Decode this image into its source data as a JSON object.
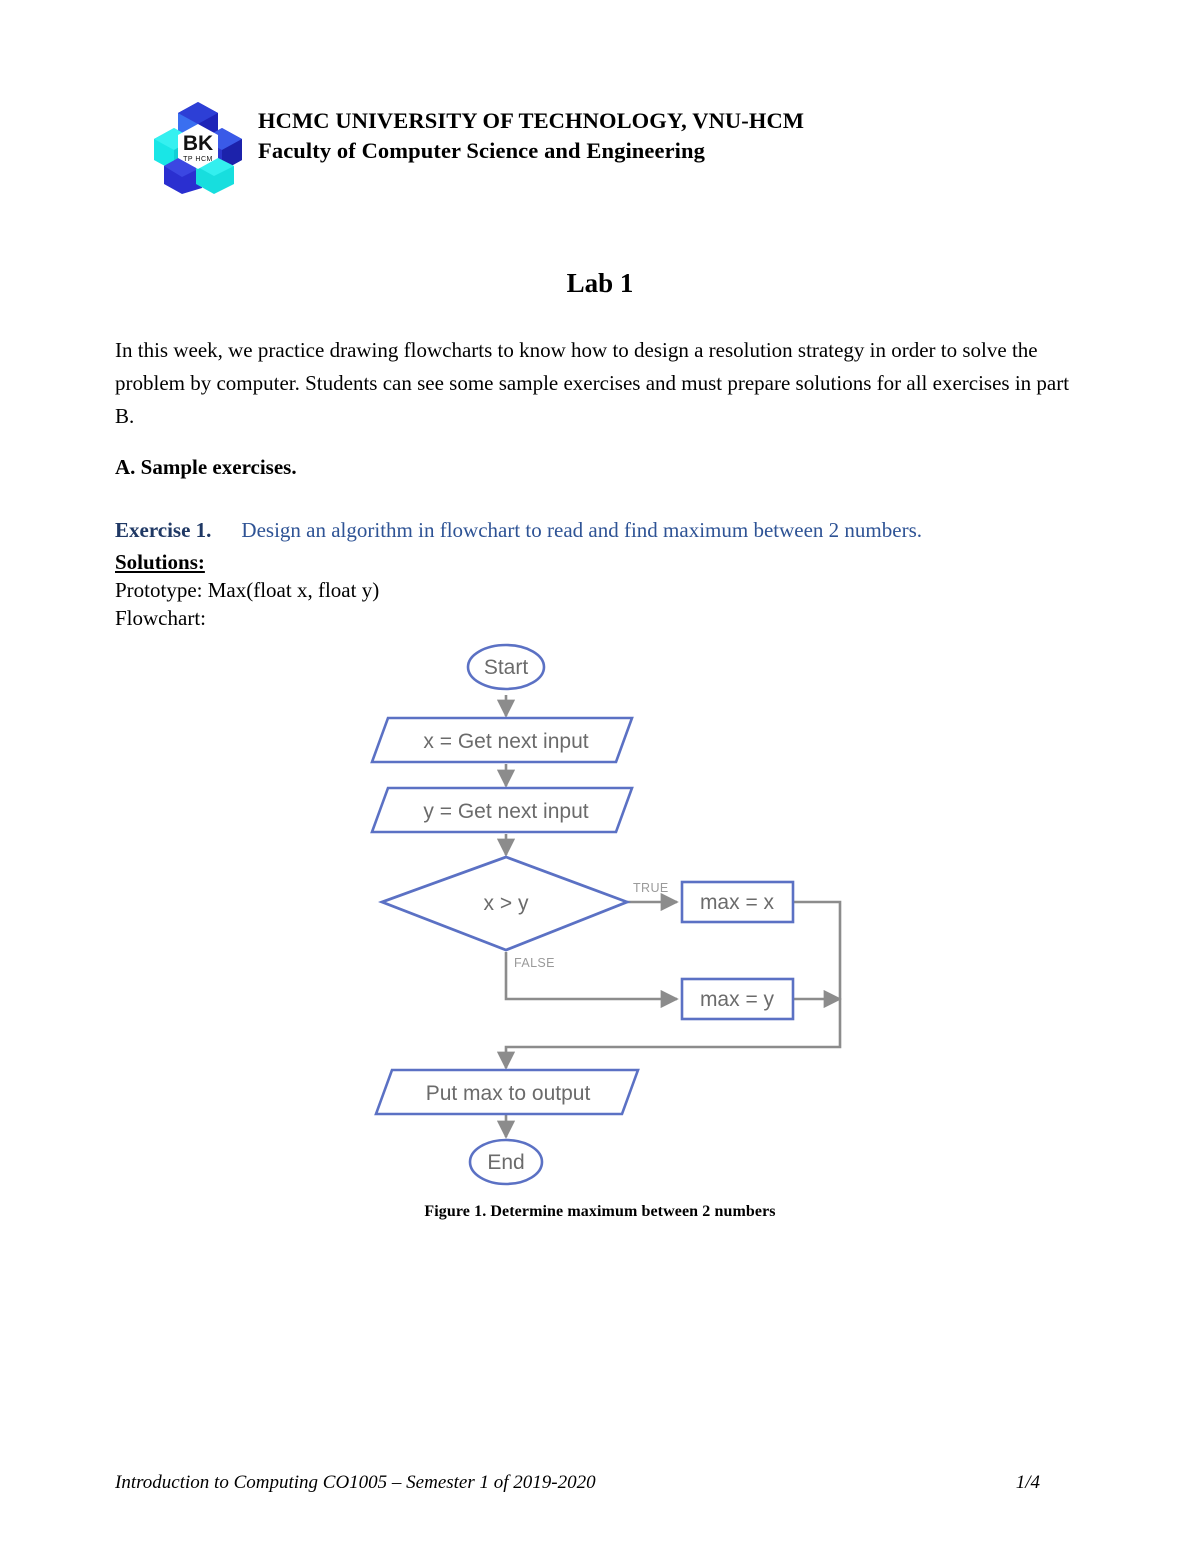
{
  "header": {
    "logo_name": "bk-hcmut-logo",
    "org_line1": "HCMC UNIVERSITY OF TECHNOLOGY, VNU-HCM",
    "org_line2": "Faculty of Computer Science and Engineering",
    "logo_letters": "BK",
    "logo_sub": "TP HCM"
  },
  "title": "Lab 1",
  "intro": "In this week, we practice drawing flowcharts to know how to design a resolution strategy in order to solve the problem by computer. Students can see some sample exercises and must prepare solutions for all exercises in part B.",
  "section_a": "A. Sample exercises.",
  "exercise": {
    "label": "Exercise 1.",
    "description": "Design an algorithm in flowchart to read and find maximum between 2 numbers.",
    "solutions_heading": "Solutions:",
    "prototype": "Prototype: Max(float x, float y)",
    "flowchart_label": "Flowchart:"
  },
  "flowchart": {
    "nodes": {
      "start": "Start",
      "input_x": "x = Get next input",
      "input_y": "y = Get next input",
      "decision": "x > y",
      "max_x": "max = x",
      "max_y": "max = y",
      "output": "Put max to output",
      "end": "End"
    },
    "edge_labels": {
      "true": "TRUE",
      "false": "FALSE"
    },
    "colors": {
      "shape_stroke": "#5b71c4",
      "connector": "#8c8c8c",
      "node_text": "#6b6b6b",
      "edge_label_text": "#9a9a9a"
    }
  },
  "figure_caption": "Figure 1. Determine maximum between 2 numbers",
  "footer": {
    "left": "Introduction to Computing CO1005 – Semester 1 of 2019-2020",
    "right": "1/4"
  }
}
